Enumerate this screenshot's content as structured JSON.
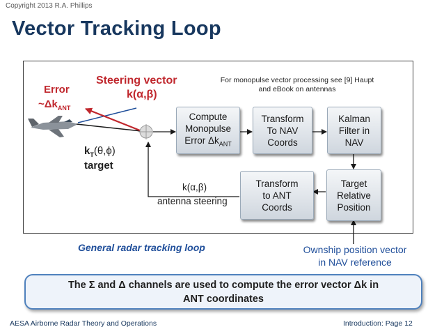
{
  "header": {
    "copyright": "Copyright 2013 R.A. Phillips",
    "title": "Vector Tracking Loop"
  },
  "diagram": {
    "note": "For monopulse vector processing see [9] Haupt and eBook on antennas",
    "error_label": "Error",
    "error_vector_prefix": "~",
    "error_vector_symbol": "Δk",
    "error_vector_sub": "ANT",
    "steering_title": "Steering vector",
    "steering_vector": "k(α,β)",
    "target_vector_k": "k",
    "target_vector_sub": "T",
    "target_vector_args": "(θ,ϕ)",
    "target_label": "target",
    "boxes": {
      "compute": {
        "line1": "Compute",
        "line2": "Monopulse",
        "line3": "Error ",
        "line3_sym": "Δk",
        "line3_sub": "ANT"
      },
      "transform_nav": {
        "line1": "Transform",
        "line2": "To NAV",
        "line3": "Coords"
      },
      "kalman": {
        "line1": "Kalman",
        "line2": "Filter in",
        "line3": "NAV"
      },
      "target_pos": {
        "line1": "Target",
        "line2": "Relative",
        "line3": "Position"
      },
      "transform_ant": {
        "line1": "Transform",
        "line2": "to ANT",
        "line3": "Coords"
      }
    },
    "feedback_vector": "k(α,β)",
    "feedback_label": "antenna steering",
    "caption": "General radar tracking loop",
    "ownship_line1": "Ownship position vector",
    "ownship_line2": "in NAV reference"
  },
  "summary": {
    "line1": "The Σ and Δ channels are used to compute the error vector Δk in",
    "line2": "ANT coordinates"
  },
  "footer": {
    "left": "AESA Airborne Radar Theory and Operations",
    "right": "Introduction:  Page 12"
  },
  "colors": {
    "title": "#17375e",
    "red": "#c0272d",
    "blue": "#1f4e9a",
    "border": "#4f81bd"
  }
}
